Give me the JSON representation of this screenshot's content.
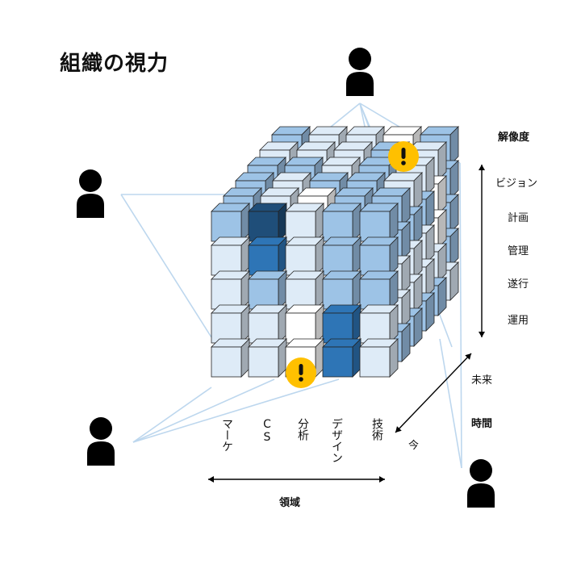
{
  "title": "組織の視力",
  "axes": {
    "resolution": {
      "label": "解像度",
      "levels": [
        "ビジョン",
        "計画",
        "管理",
        "遂行",
        "運用"
      ]
    },
    "time": {
      "label": "時間",
      "future": "未来",
      "now": "今"
    },
    "domain": {
      "label": "領域",
      "columns": [
        "マーケ",
        "CS",
        "分析",
        "デザイン",
        "技術"
      ]
    }
  },
  "front_face_cells": [
    [
      "light",
      "darkest",
      "pale",
      "light",
      "light"
    ],
    [
      "pale",
      "dark",
      "pale",
      "light",
      "light"
    ],
    [
      "pale",
      "light",
      "pale",
      "light",
      "light"
    ],
    [
      "pale",
      "pale",
      "white",
      "dark",
      "pale"
    ],
    [
      "pale",
      "pale",
      "white",
      "dark",
      "pale"
    ]
  ],
  "colors": {
    "darkest": "#1f4e79",
    "dark": "#2e75b6",
    "light": "#9dc3e6",
    "pale": "#deebf7",
    "white": "#ffffff",
    "sightline": "#bdd7ee",
    "alert": "#ffc000"
  },
  "icons": {
    "people": [
      "person-icon",
      "person-icon",
      "person-icon",
      "person-icon"
    ],
    "alerts": [
      "alert-icon",
      "alert-icon"
    ]
  }
}
